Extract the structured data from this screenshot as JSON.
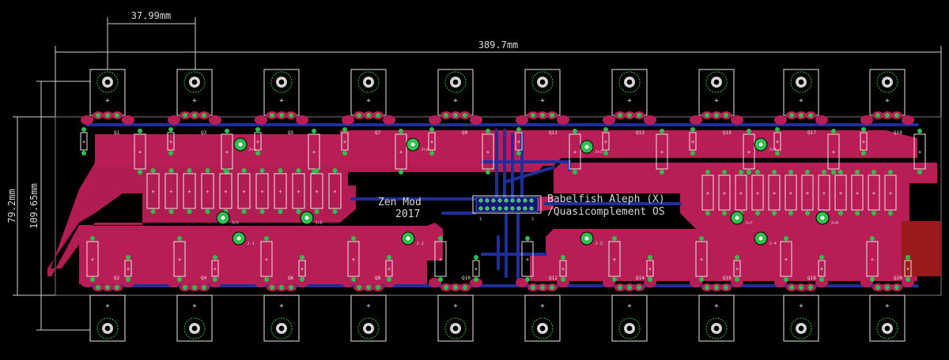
{
  "dimensions": {
    "transistor_pitch": "37.99mm",
    "board_width": "389.7mm",
    "board_height_inner": "79.2mm",
    "board_height_outer": "109.65mm"
  },
  "labels": {
    "credit_line1": "Zen Mod",
    "credit_line2": "2017",
    "project_line1": "Babelfish Aleph (X)",
    "project_line2": "/Quasicomplement OS"
  },
  "top_transistors": [
    "Q1",
    "Q3",
    "Q5",
    "Q7",
    "Q9",
    "Q11",
    "Q13",
    "Q15",
    "Q17",
    "Q19"
  ],
  "bottom_transistors": [
    "Q2",
    "Q4",
    "Q6",
    "Q8",
    "Q10",
    "Q12",
    "Q14",
    "Q16",
    "Q18",
    "Q20"
  ],
  "top_trimmers": [
    "J+1",
    "J+2",
    "J+3",
    "J+4"
  ],
  "mid_trimmers": [
    "J+5",
    "J+6",
    "J+7",
    "J+8"
  ],
  "bottom_trimmers": [
    "J-1",
    "J-2",
    "J-3",
    "J-4"
  ],
  "connector_pins": [
    "1",
    "1"
  ],
  "colors": {
    "background": "#000000",
    "copper_top": "#b81d56",
    "copper_bottom": "#1e2f9c",
    "pad": "#2fbf4a",
    "silkscreen": "#e6e6e6",
    "dimension": "#cfcfcf"
  }
}
